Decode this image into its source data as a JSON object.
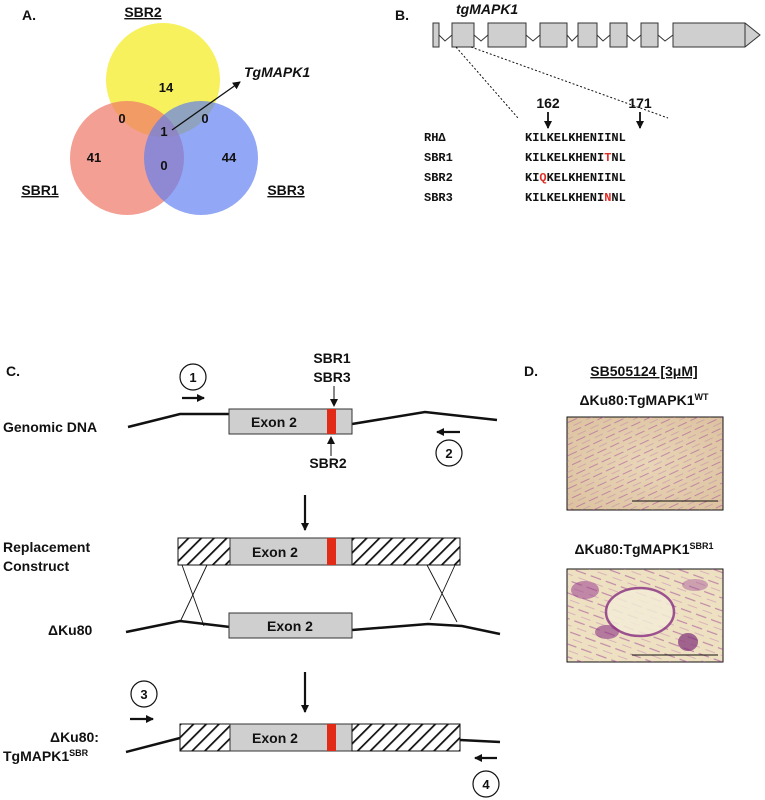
{
  "panel_a": {
    "label": "A.",
    "sets": {
      "sbr2": "SBR2",
      "sbr1": "SBR1",
      "sbr3": "SBR3"
    },
    "counts": {
      "only2": "14",
      "only1": "41",
      "only3": "44",
      "s12": "0",
      "s23": "0",
      "s13": "0",
      "all": "1"
    },
    "gene_label": "TgMAPK1",
    "colors": {
      "sbr2": "#f5ee3f",
      "sbr1": "#f07a6a",
      "sbr3": "#5f7ef0"
    }
  },
  "panel_b": {
    "label": "B.",
    "gene": "tgMAPK1",
    "positions": {
      "p1": "162",
      "p2": "171"
    },
    "seqs": [
      {
        "name": "RHΔ",
        "pre": "KILKELKHENII",
        "mut": "",
        "post": "NL"
      },
      {
        "name": "SBR1",
        "pre": "KILKELKHENI",
        "mut": "T",
        "post": "NL"
      },
      {
        "name": "SBR2",
        "pre": "KI",
        "mut": "Q",
        "post": "KELKHENIINL"
      },
      {
        "name": "SBR3",
        "pre": "KILKELKHENI",
        "mut": "N",
        "post": "NL"
      }
    ]
  },
  "panel_c": {
    "label": "C.",
    "rows": {
      "genomic": "Genomic DNA",
      "replacement1": "Replacement",
      "replacement2": "Construct",
      "ku80": "ΔKu80",
      "final1": "ΔKu80:",
      "final2": "TgMAPK1",
      "final2_sup": "SBR"
    },
    "exon": "Exon 2",
    "mut_above1": "SBR1",
    "mut_above2": "SBR3",
    "mut_below": "SBR2",
    "primers": {
      "p1": "1",
      "p2": "2",
      "p3": "3",
      "p4": "4"
    }
  },
  "panel_d": {
    "label": "D.",
    "treatment": "SB505124 [3μM]",
    "img1_label": "ΔKu80:TgMAPK1",
    "img1_sup": "WT",
    "img2_label": "ΔKu80:TgMAPK1",
    "img2_sup": "SBR1"
  }
}
